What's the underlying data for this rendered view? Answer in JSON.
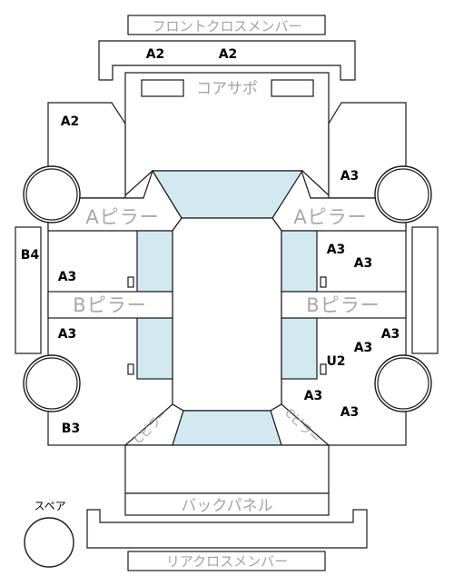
{
  "panels": {
    "front_cross_member": "フロントクロスメンバー",
    "core_support": "コアサポ",
    "a_pillar_left": "Aピラー",
    "a_pillar_right": "Aピラー",
    "b_pillar_left": "Bピラー",
    "b_pillar_right": "Bピラー",
    "back_panel": "バックパネル",
    "rear_cross_member": "リアクロスメンバー",
    "spare": "スペア",
    "c_pillar_left": "Cピラー",
    "c_pillar_right": "Cピラー"
  },
  "ratings": {
    "front_member_left": "A2",
    "front_member_right": "A2",
    "front_left_fender": "A2",
    "front_right_fender": "A3",
    "left_front_door": "A3",
    "left_rear_door": "A3",
    "left_side_sill": "B4",
    "rear_left_quarter": "B3",
    "right_front_door_1": "A3",
    "right_front_door_2": "A3",
    "right_rear_door_1": "A3",
    "right_rear_door_2": "A3",
    "right_rear_door_3": "U2",
    "rear_right_quarter_1": "A3",
    "rear_right_quarter_2": "A3"
  }
}
